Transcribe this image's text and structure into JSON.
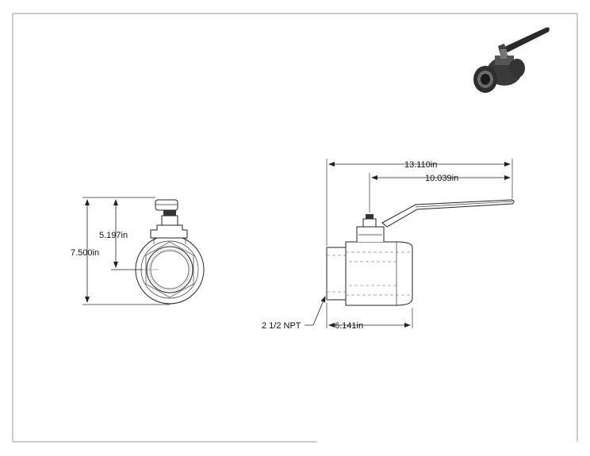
{
  "dimensions": {
    "overall_length": "13.110in",
    "handle_length": "10.039in",
    "body_length": "6.141in",
    "overall_height": "7.500in",
    "stem_height": "5.197in",
    "thread_callout": "2 1/2 NPT"
  },
  "colors": {
    "line": "#222222",
    "border": "#999999",
    "iso_dark": "#2a2a2a",
    "iso_mid": "#6a6a6a"
  },
  "icons": {
    "thumbnail": "ball-valve-isometric-icon"
  }
}
